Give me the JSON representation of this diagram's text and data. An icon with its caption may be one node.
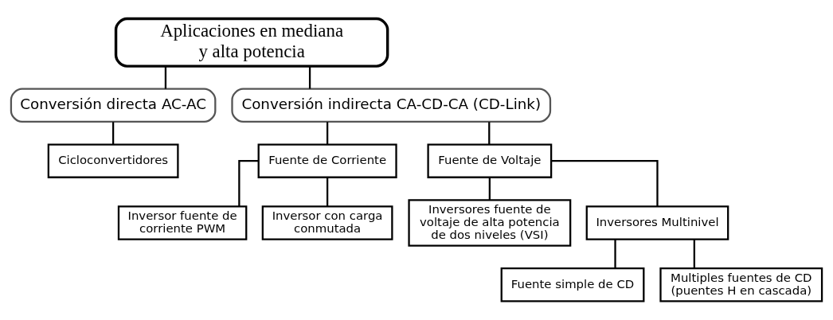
{
  "diagram": {
    "nodes": [
      {
        "text": [
          "Aplicaciones en mediana y alta potencia"
        ]
      },
      {
        "text": [
          "Conversión directa AC-AC"
        ]
      },
      {
        "text": [
          "Conversión indirecta CA-CD-CA (CD-Link)"
        ]
      },
      {
        "text": [
          "Cicloconvertidores"
        ]
      },
      {
        "text": [
          "Fuente de Corriente"
        ]
      },
      {
        "text": [
          "Fuente de Voltaje"
        ]
      },
      {
        "text": [
          "Inversor fuente de corriente PWM"
        ]
      },
      {
        "text": [
          "Inversor con carga conmutada"
        ]
      },
      {
        "text": [
          "Inversores fuente de voltaje de alta potencia de dos niveles (VSI)"
        ]
      },
      {
        "text": [
          "Inversores Multinivel"
        ]
      },
      {
        "text": [
          "Fuente simple de CD"
        ]
      },
      {
        "text": [
          "Multiples fuentes de CD (puentes H en cascada)"
        ]
      }
    ],
    "edges": [
      {
        "from": 0,
        "to": 1,
        "arrow": "none"
      },
      {
        "from": 0,
        "to": 2,
        "arrow": "none"
      },
      {
        "from": 1,
        "to": 3,
        "arrow": "none"
      },
      {
        "from": 2,
        "to": 4,
        "arrow": "none"
      },
      {
        "from": 2,
        "to": 5,
        "arrow": "none"
      },
      {
        "from": 4,
        "to": 6,
        "arrow": "none"
      },
      {
        "from": 4,
        "to": 7,
        "arrow": "none"
      },
      {
        "from": 5,
        "to": 8,
        "arrow": "none"
      },
      {
        "from": 5,
        "to": 9,
        "arrow": "none"
      },
      {
        "from": 9,
        "to": 10,
        "arrow": "none"
      },
      {
        "from": 9,
        "to": 11,
        "arrow": "none"
      }
    ]
  }
}
